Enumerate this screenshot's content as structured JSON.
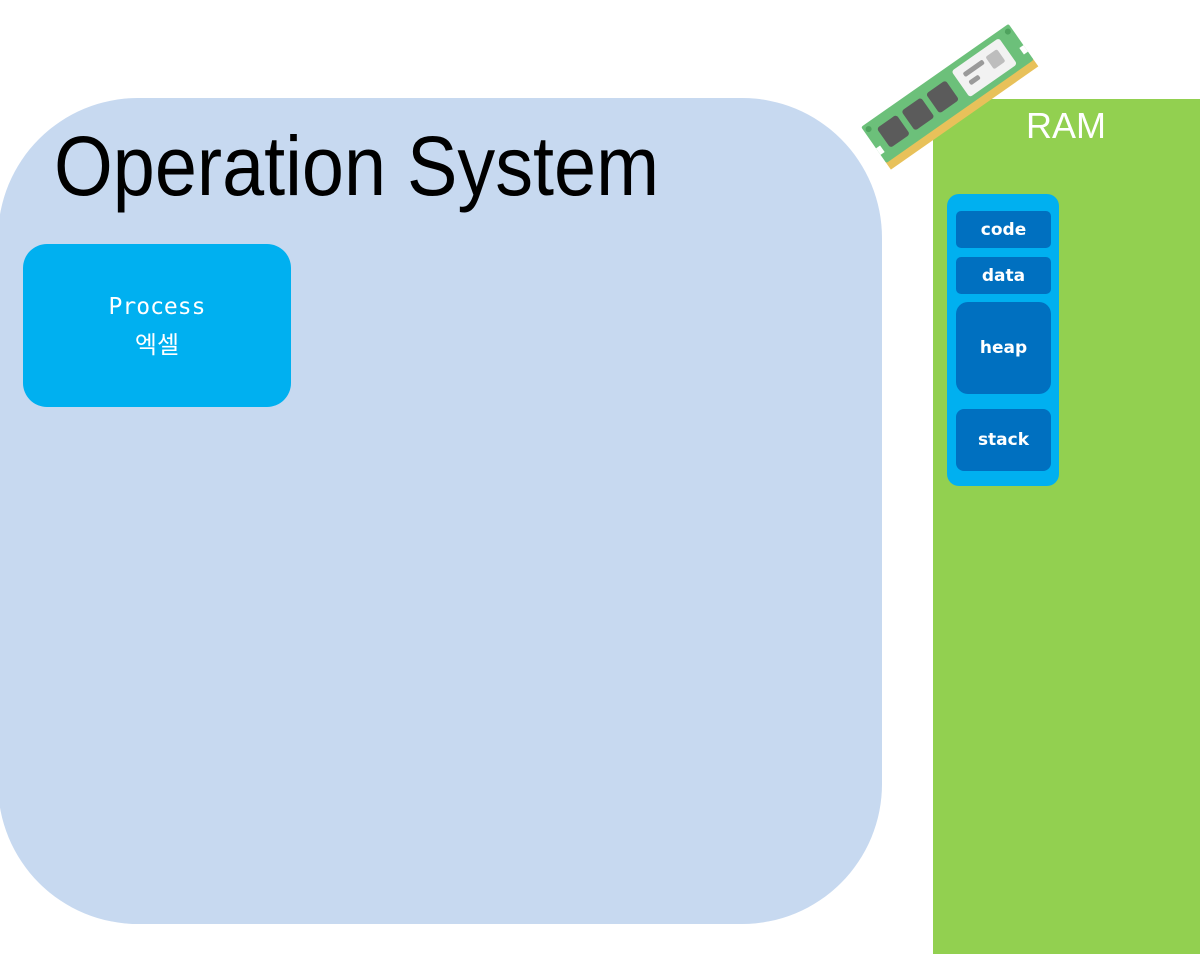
{
  "os": {
    "title": "Operation System"
  },
  "process": {
    "name": "Process",
    "label": "엑셀"
  },
  "ram": {
    "label": "RAM",
    "icon": "ram-chip-icon",
    "segments": {
      "code": "code",
      "data": "data",
      "heap": "heap",
      "stack": "stack"
    }
  },
  "colors": {
    "os_background": "#c7d9f0",
    "process_background": "#00b0f0",
    "ram_background": "#92d050",
    "segment_background": "#0070c0",
    "memory_column_background": "#00b0f0"
  }
}
